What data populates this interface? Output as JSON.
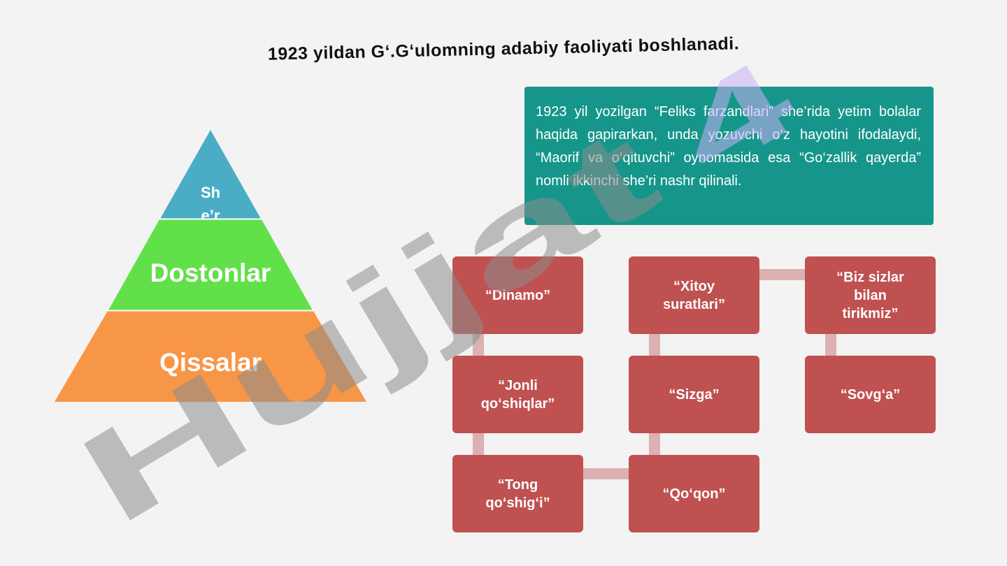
{
  "title": "1923 yildan G‘.G‘ulomning adabiy faoliyati boshlanadi.",
  "info_text": "1923 yil yozilgan “Feliks farzandlari” she’rida yetim bolalar haqida gapirarkan, unda yozuvchi o‘z hayotini ifodalaydi, “Maorif va o‘qituvchi” oynomasida esa “Go‘zallik qayerda” nomli ikkinchi she’ri nashr qilinali.",
  "pyramid": {
    "levels": [
      {
        "line1": "Sh",
        "line2": "e’r",
        "color": "#4badc5"
      },
      {
        "label": "Dostonlar",
        "color": "#62e04a"
      },
      {
        "label": "Qissalar",
        "color": "#f79646"
      }
    ]
  },
  "works": [
    {
      "label": "“Dinamo”"
    },
    {
      "label": "“Xitoy suratlari”"
    },
    {
      "label": "“Biz sizlar bilan tirikmiz”"
    },
    {
      "label": "“Jonli qo‘shiqlar”"
    },
    {
      "label": "“Sizga”"
    },
    {
      "label": "“Sovg‘a”"
    },
    {
      "label": "“Tong qo‘shig‘i”"
    },
    {
      "label": "“Qo‘qon”"
    }
  ],
  "colors": {
    "background": "#f3f3f3",
    "info_box": "#16968a",
    "work_box": "#c05151",
    "connector": "#dbb1b2"
  },
  "watermark": {
    "text": "Hujjat",
    "number": "4",
    "color": "#8c8c8c",
    "number_color": "#c8aef5"
  }
}
